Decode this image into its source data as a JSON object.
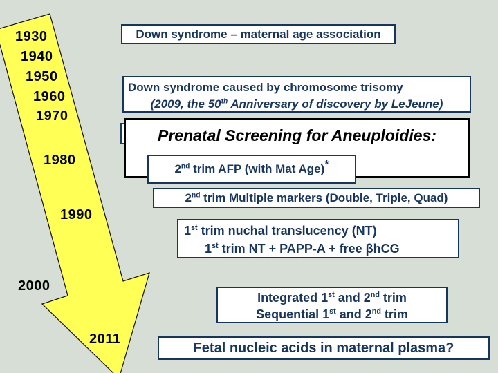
{
  "slide": {
    "bg_color": "#d6ded6",
    "arrow_fill": "#ffff55",
    "arrow_stroke": "#111111",
    "navy": "#17365d",
    "year_color": "#000000"
  },
  "years": [
    {
      "label": "1930"
    },
    {
      "label": "1940"
    },
    {
      "label": "1950"
    },
    {
      "label": "1960"
    },
    {
      "label": "1970"
    },
    {
      "label": "1980"
    },
    {
      "label": "1990"
    },
    {
      "label": "2000"
    },
    {
      "label": "2011"
    }
  ],
  "boxes": {
    "title": "Down syndrome – maternal age association",
    "trisomy_line1": "Down syndrome caused by chromosome trisomy",
    "trisomy_line2": {
      "p1": "(2009, the 50",
      "s1": "th",
      "p2": " Anniversary of discovery by LeJeune)"
    },
    "prenatal": "Prenatal Screening for Aneuploidies:",
    "afp": {
      "p1": "2",
      "s1": "nd",
      "p2": " trim AFP (with Mat Age)",
      "s2": "*"
    },
    "multiple": {
      "p1": "2",
      "s1": "nd",
      "p2": " trim Multiple markers (Double, Triple, Quad)"
    },
    "nt_line1": {
      "p1": "1",
      "s1": "st",
      "p2": " trim nuchal translucency (NT)"
    },
    "nt_line2": {
      "p1": "1",
      "s1": "st",
      "p2": " trim NT + PAPP-A + free βhCG"
    },
    "integrated_line1": {
      "p1": "Integrated 1",
      "s1": "st",
      "p2": " and 2",
      "s2": "nd",
      "p3": " trim"
    },
    "integrated_line2": {
      "p1": "Sequential 1",
      "s1": "st",
      "p2": " and 2",
      "s2": "nd",
      "p3": " trim"
    },
    "fetal": "Fetal nucleic acids in maternal plasma?"
  }
}
